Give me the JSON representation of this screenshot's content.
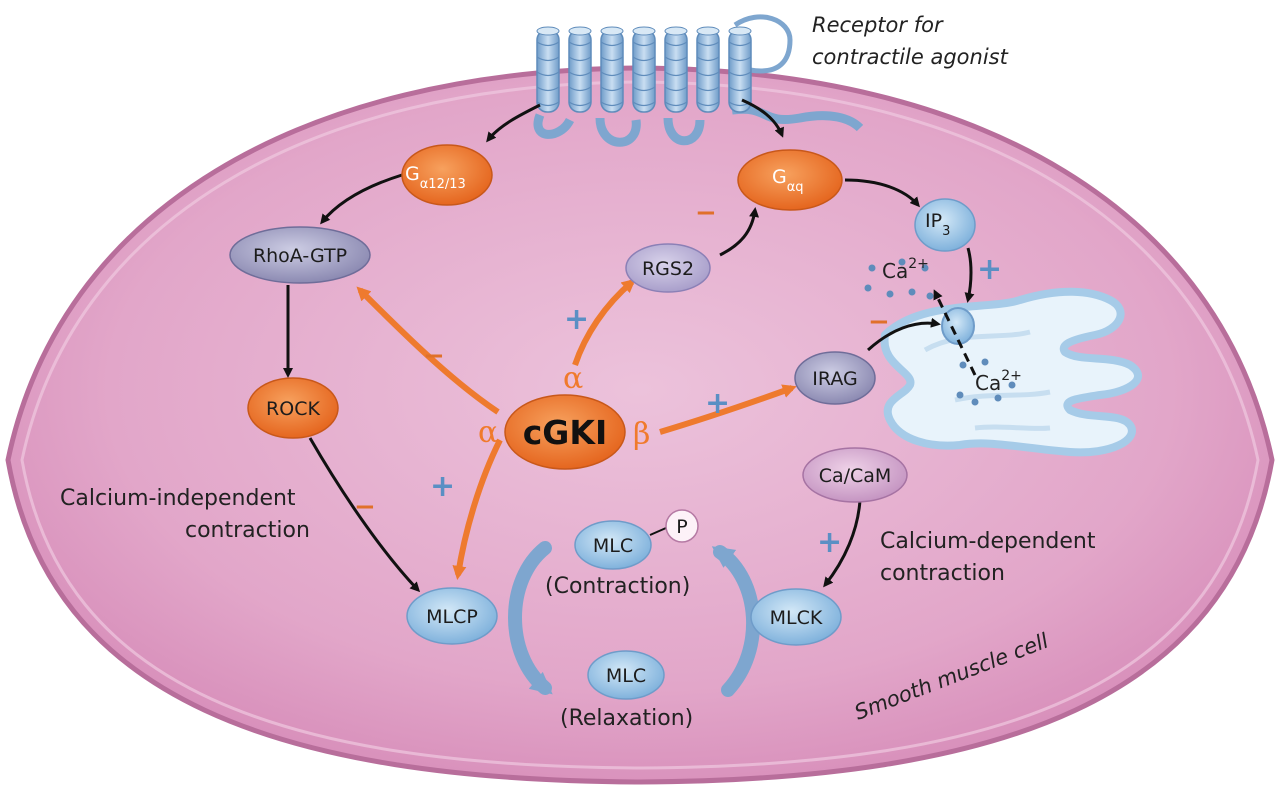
{
  "title": "",
  "labels": {
    "receptor_line1": "Receptor for",
    "receptor_line2": "contractile agonist",
    "cell_label": "Smooth muscle cell",
    "ca_indep_line1": "Calcium-independent",
    "ca_indep_line2": "contraction",
    "ca_dep_line1": "Calcium-dependent",
    "ca_dep_line2": "contraction",
    "contraction": "(Contraction)",
    "relaxation": "(Relaxation)"
  },
  "nodes": {
    "g1213_main": "G",
    "g1213_sub": "α12/13",
    "gq_main": "G",
    "gq_sub": "αq",
    "ip3_main": "IP",
    "ip3_sub": "3",
    "rhoa": "RhoA-GTP",
    "rgs2": "RGS2",
    "rock": "ROCK",
    "irag": "IRAG",
    "cgki": "cGKI",
    "cacam": "Ca/CaM",
    "mlc_p": "MLC",
    "phos": "P",
    "mlc": "MLC",
    "mlcp": "MLCP",
    "mlck": "MLCK",
    "ca_out_base": "Ca",
    "ca_out_sup": "2+",
    "ca_in_base": "Ca",
    "ca_in_sup": "2+"
  },
  "isoforms": {
    "alpha_left": "α",
    "alpha_top": "α",
    "beta": "β"
  },
  "effect_signs": {
    "plus": "+",
    "minus": "−"
  },
  "colors": {
    "cell_fill": "#e4a9cc",
    "cell_border": "#c07aa3",
    "orange": "#ee7a2e",
    "blue_node": "#9cc6e6",
    "grey_node": "#a7a6c6",
    "pink_node": "#dcb0d4",
    "plus": "#5a8fc4",
    "minus": "#e0702a"
  }
}
